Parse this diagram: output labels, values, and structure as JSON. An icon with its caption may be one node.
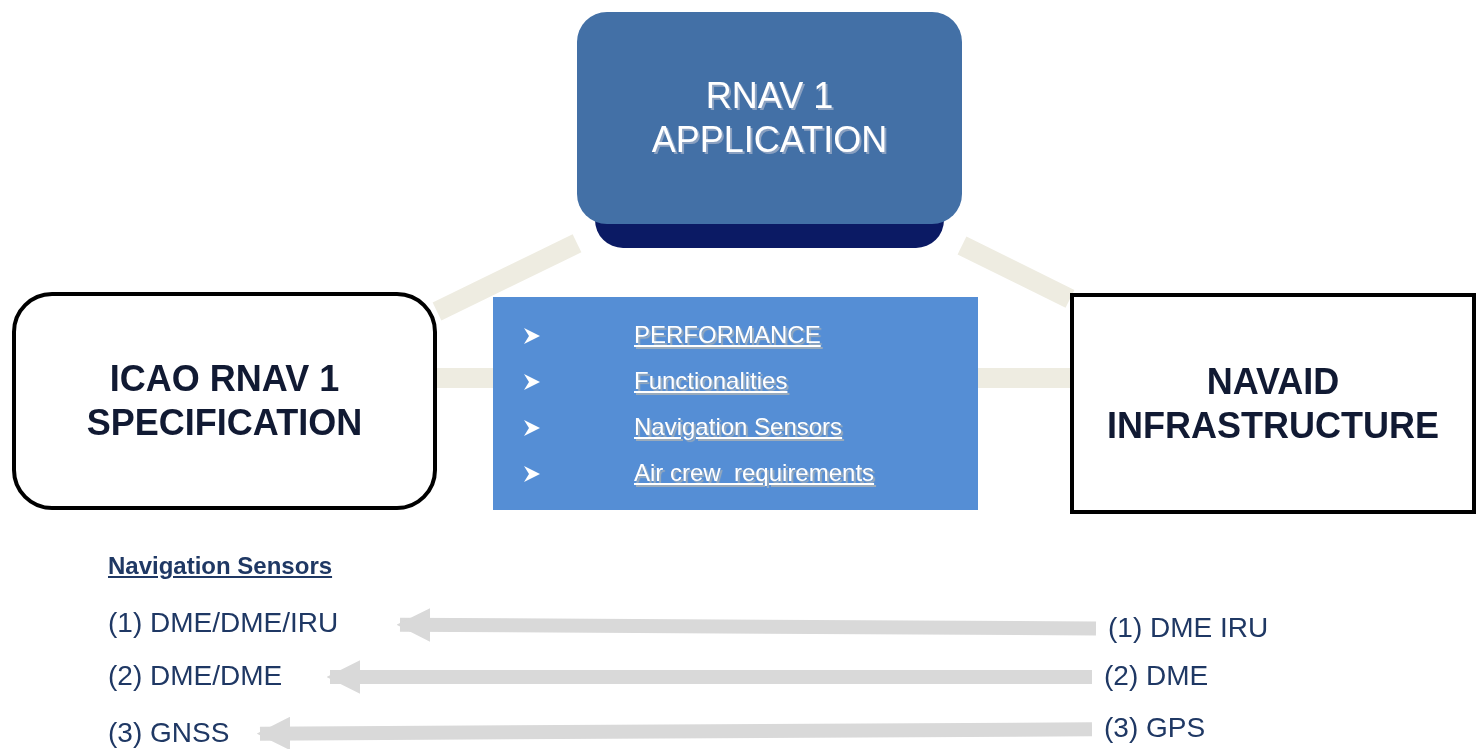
{
  "diagram": {
    "nodes": [
      {
        "text": [
          "RNAV 1 APPLICATION"
        ]
      },
      {
        "text": [
          "ICAO RNAV 1 SPECIFICATION"
        ]
      },
      {
        "text": [
          "PERFORMANCE",
          "Functionalities",
          "Navigation Sensors",
          "Air crew  requirements"
        ]
      },
      {
        "text": [
          "NAVAID INFRASTRUCTURE"
        ]
      },
      {
        "text": [
          "(1) DME/DME/IRU"
        ]
      },
      {
        "text": [
          "(2) DME/DME"
        ]
      },
      {
        "text": [
          "(3) GNSS"
        ]
      },
      {
        "text": [
          "(1) DME IRU"
        ]
      },
      {
        "text": [
          "(2) DME"
        ]
      },
      {
        "text": [
          "(3) GPS"
        ]
      }
    ],
    "edges": [
      {
        "from": 0,
        "to": 1,
        "arrow": "none"
      },
      {
        "from": 0,
        "to": 3,
        "arrow": "none"
      },
      {
        "from": 1,
        "to": 2,
        "arrow": "none"
      },
      {
        "from": 2,
        "to": 3,
        "arrow": "none"
      },
      {
        "from": 7,
        "to": 4,
        "arrow": "to",
        "color": "#d9d9d9"
      },
      {
        "from": 8,
        "to": 5,
        "arrow": "to",
        "color": "#d9d9d9"
      },
      {
        "from": 9,
        "to": 6,
        "arrow": "to",
        "color": "#d9d9d9"
      }
    ],
    "labels": [
      "Navigation Sensors"
    ]
  }
}
